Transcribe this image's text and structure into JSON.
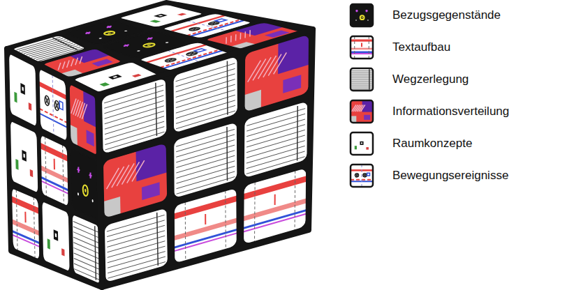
{
  "diagram": {
    "legend": [
      {
        "text": "Bezugsgegenstände"
      },
      {
        "text": "Textaufbau"
      },
      {
        "text": "Wegzerlegung"
      },
      {
        "text": "Informationsverteilung"
      },
      {
        "text": "Raumkonzepte"
      },
      {
        "text": "Bewegungsereignisse"
      }
    ]
  }
}
